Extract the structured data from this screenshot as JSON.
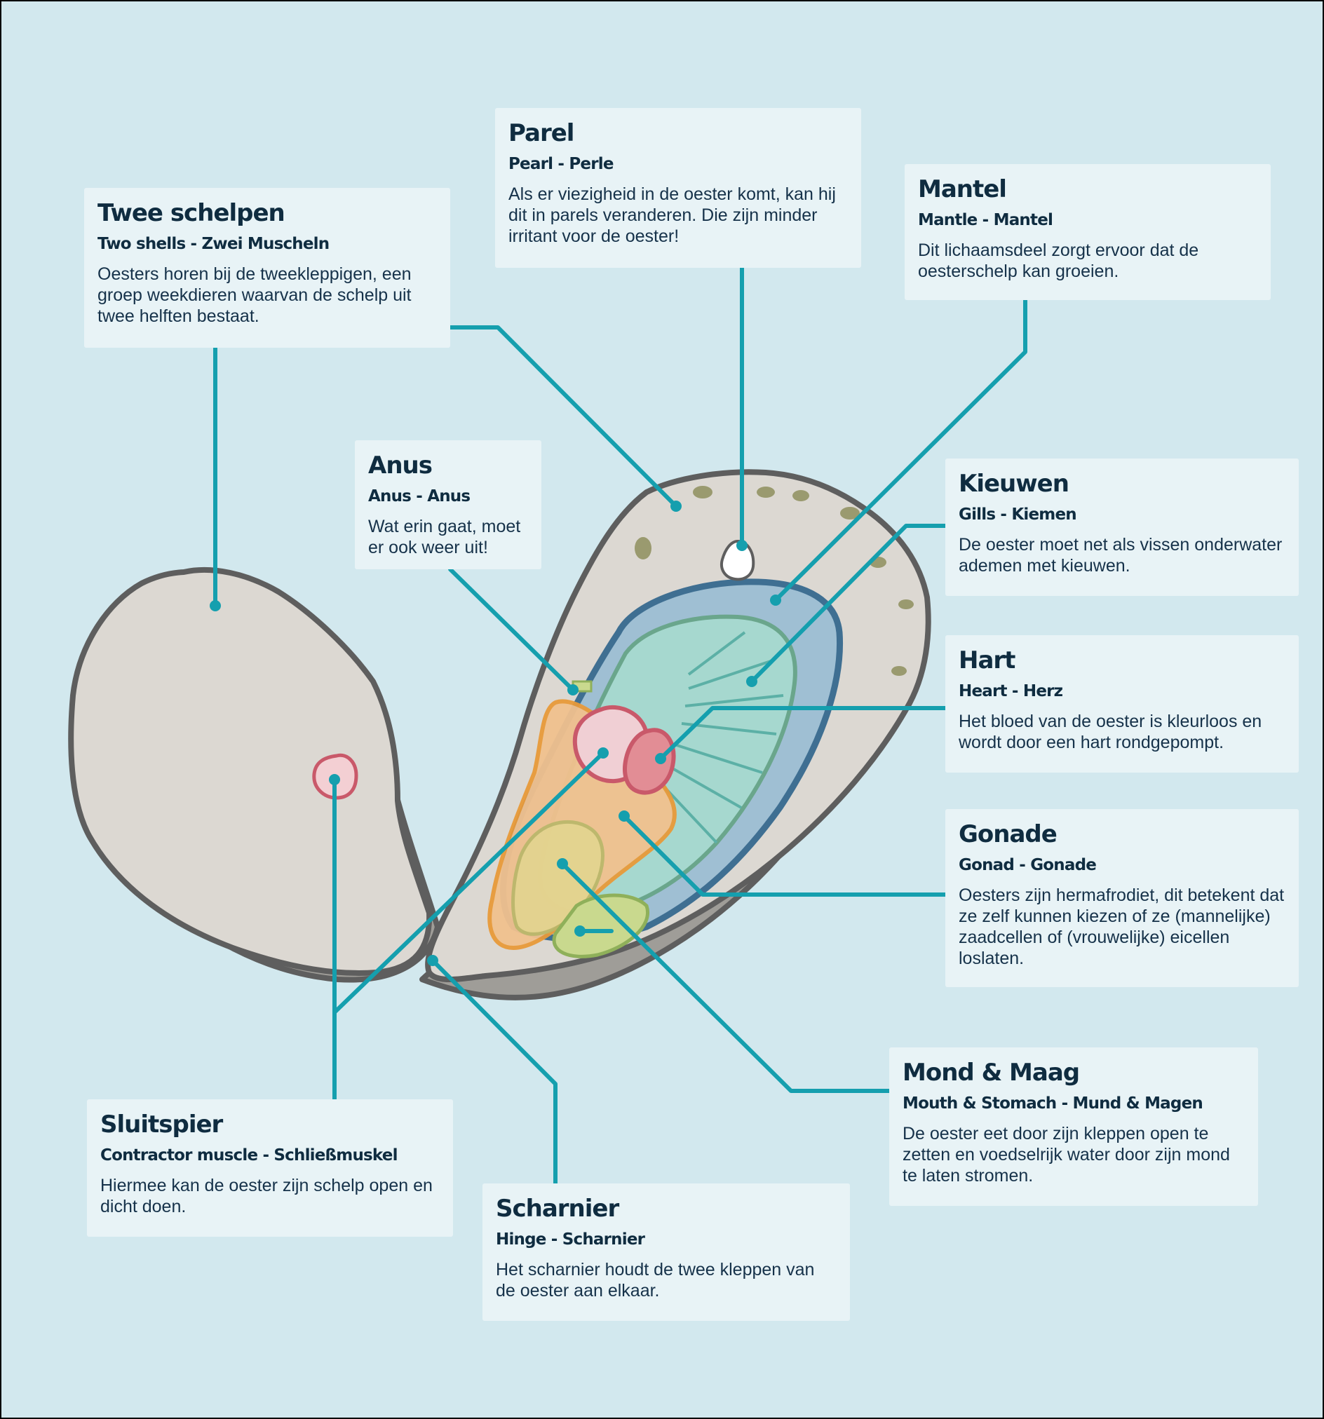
{
  "colors": {
    "background": "#d2e8ee",
    "box": "#e8f3f6",
    "leader_line": "#159fae",
    "text": "#0f2c40",
    "shell": "#dcd8d2",
    "shell_outline": "#5e5e5e",
    "mantle": "#9fbfd3",
    "gills": "#a6d8cf",
    "heart": "#e28d95",
    "gonad": "#f1c18e",
    "stomach": "#c9d98e"
  },
  "labels": [
    {
      "key": "twee_schelpen",
      "title": "Twee schelpen",
      "subtitle": "Two shells - Zwei Muscheln",
      "text": "Oesters horen bij de tweekleppigen, een groep weekdieren waarvan de schelp uit twee helften bestaat."
    },
    {
      "key": "parel",
      "title": "Parel",
      "subtitle": "Pearl - Perle",
      "text": "Als er viezigheid in de oester komt, kan hij dit in parels veranderen. Die zijn minder irritant voor de oester!"
    },
    {
      "key": "mantel",
      "title": "Mantel",
      "subtitle": "Mantle - Mantel",
      "text": "Dit lichaamsdeel zorgt ervoor dat de oesterschelp kan groeien."
    },
    {
      "key": "anus",
      "title": "Anus",
      "subtitle": "Anus - Anus",
      "text": "Wat erin gaat, moet er ook weer uit!"
    },
    {
      "key": "kieuwen",
      "title": "Kieuwen",
      "subtitle": "Gills - Kiemen",
      "text": "De oester moet net als vissen onderwater ademen met kieuwen."
    },
    {
      "key": "hart",
      "title": "Hart",
      "subtitle": "Heart - Herz",
      "text": "Het bloed van de oester is kleurloos en wordt door een hart rondgepompt."
    },
    {
      "key": "gonade",
      "title": "Gonade",
      "subtitle": "Gonad - Gonade",
      "text": "Oesters zijn hermafrodiet, dit betekent dat ze zelf kunnen kiezen of ze (mannelijke) zaadcellen of (vrouwelijke) eicellen loslaten."
    },
    {
      "key": "mond_maag",
      "title": "Mond & Maag",
      "subtitle": "Mouth & Stomach - Mund & Magen",
      "text": "De oester eet door zijn kleppen open te zetten en voedselrijk water door zijn mond te laten stromen."
    },
    {
      "key": "sluitspier",
      "title": "Sluitspier",
      "subtitle": "Contractor muscle - Schließmuskel",
      "text": "Hiermee kan de oester zijn schelp open en dicht doen."
    },
    {
      "key": "scharnier",
      "title": "Scharnier",
      "subtitle": "Hinge - Scharnier",
      "text": "Het scharnier houdt de twee kleppen van de oester aan elkaar."
    }
  ]
}
